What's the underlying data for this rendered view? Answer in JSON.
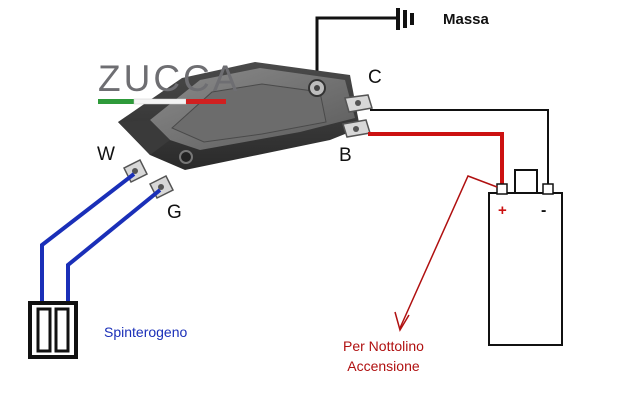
{
  "labels": {
    "massa": "Massa",
    "c": "C",
    "b": "B",
    "w": "W",
    "g": "G",
    "plus": "+",
    "minus": "-",
    "spinterogeno": "Spinterogeno",
    "nottolino_line1": "Per Nottolino",
    "nottolino_line2": "Accensione"
  },
  "logo": {
    "name": "ZUCCA",
    "icon": "italian-flag-stripe"
  },
  "colors": {
    "wire_ground": "#111111",
    "wire_positive": "#cc1111",
    "wire_signal": "#1a2fb8",
    "arrow": "#b01010",
    "text_blue": "#1a2fb8",
    "text_red": "#b01010",
    "module_body": "#5c5c5c",
    "flag_green": "#2e9a3a",
    "flag_red": "#d02020"
  }
}
